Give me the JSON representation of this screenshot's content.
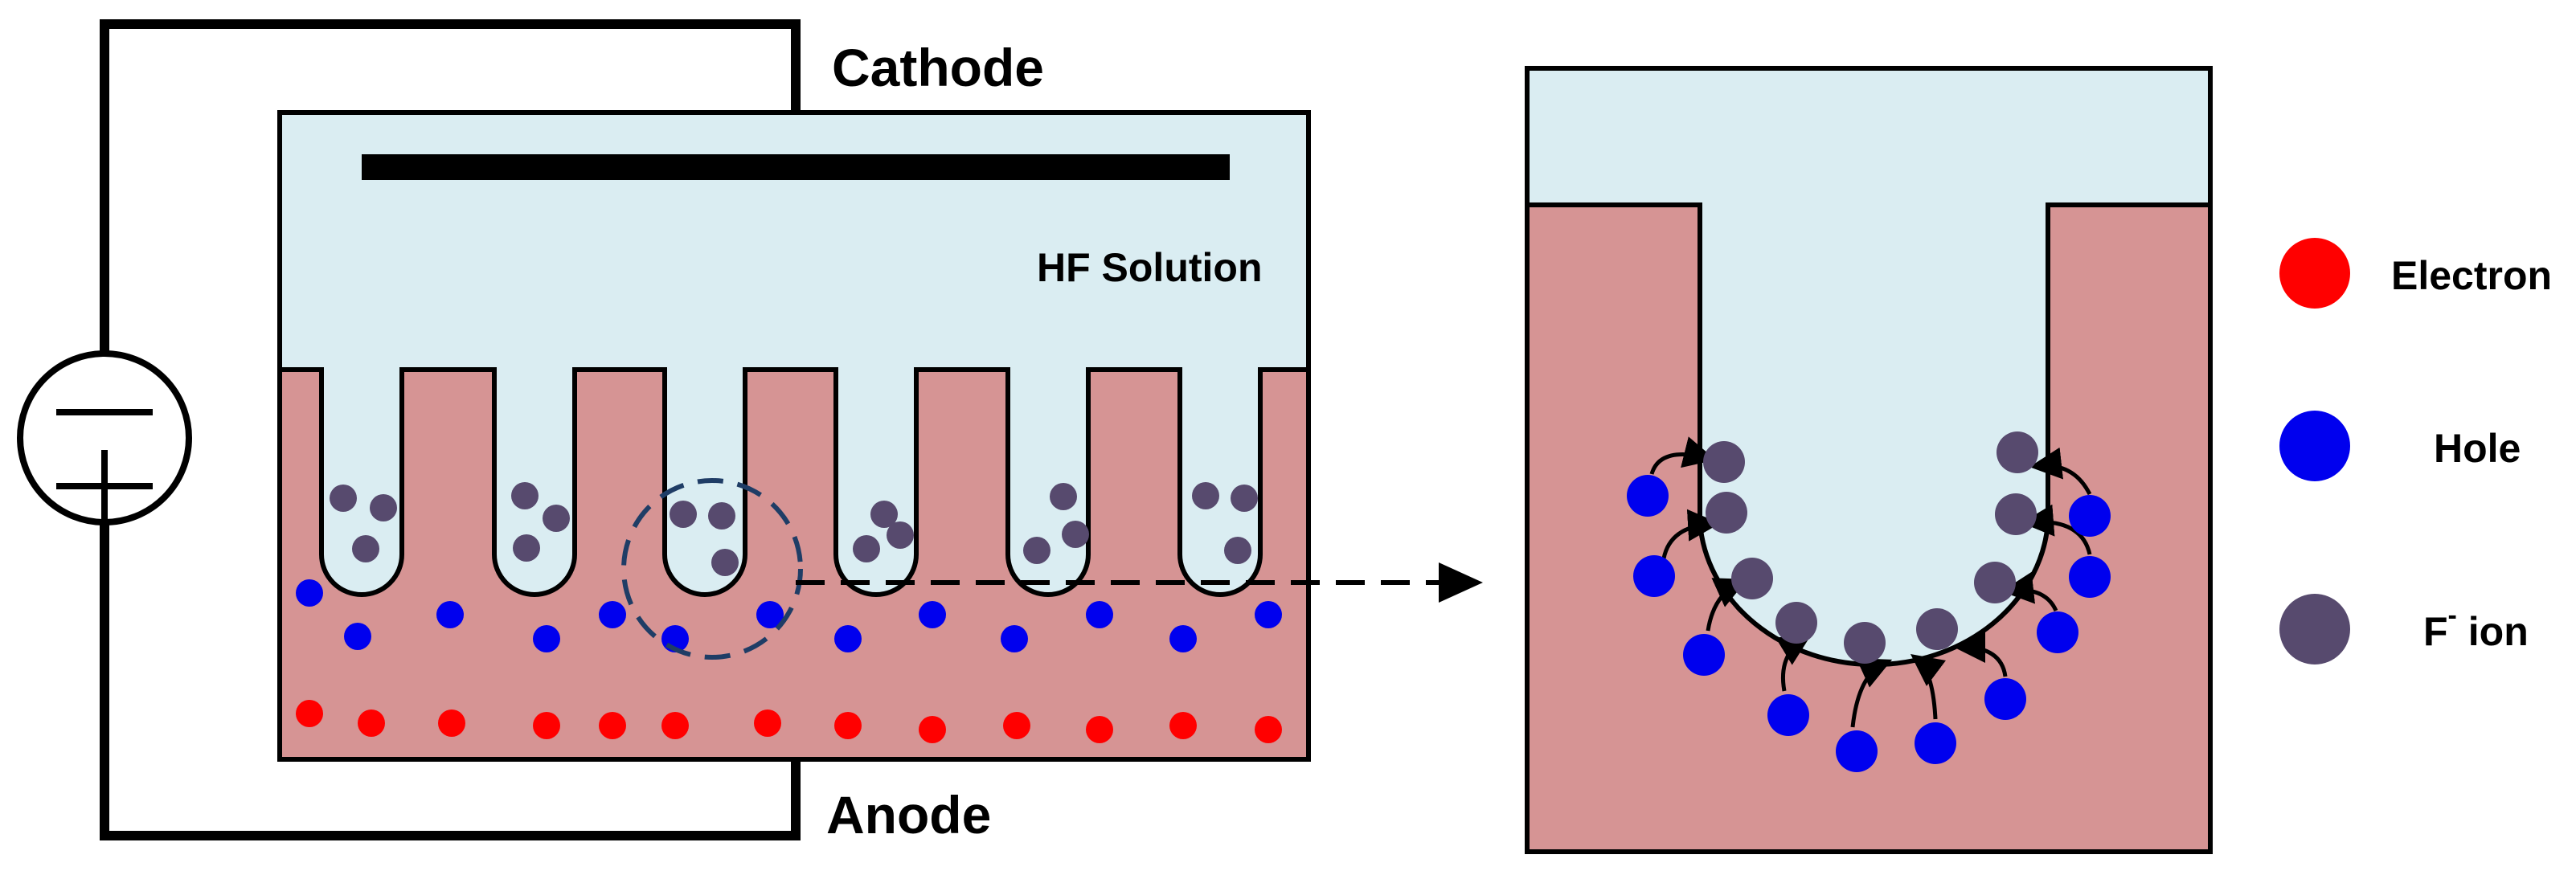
{
  "labels": {
    "cathode": "Cathode",
    "anode": "Anode",
    "solution": "HF Solution"
  },
  "legend": [
    {
      "key": "electron",
      "label": "Electron",
      "color": "#ff0000"
    },
    {
      "key": "hole",
      "label": "Hole",
      "color": "#0000ee"
    },
    {
      "key": "fion",
      "label": "F",
      "superscript": "-",
      "suffix": " ion",
      "color": "#574a6e"
    }
  ],
  "colors": {
    "solution": "#daedf2",
    "silicon": "#d69494",
    "electron": "#ff0000",
    "hole": "#0000ee",
    "fion": "#574a6e",
    "circle_outline": "#1f3d66",
    "outline": "#000000"
  },
  "icons": {
    "power_source": "dc-power-source-icon",
    "zoom_arrow": "dashed-arrow-right-icon"
  }
}
